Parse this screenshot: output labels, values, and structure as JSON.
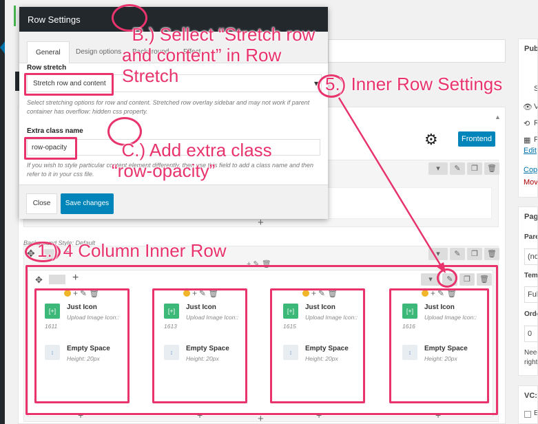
{
  "modal": {
    "title": "Row Settings",
    "tabs": [
      "General",
      "Design options",
      "Background",
      "Effect"
    ],
    "row_stretch_label": "Row stretch",
    "row_stretch_value": "Stretch row and content",
    "row_stretch_help": "Select stretching options for row and content. Stretched row overlay sidebar and may not work if parent container has overflow: hidden css property.",
    "extra_class_label": "Extra class name",
    "extra_class_value": "row-opacity",
    "extra_class_help": "If you wish to style particular content element differently, then use this field to add a class name and then refer to it in your css file.",
    "close_label": "Close",
    "save_label": "Save changes"
  },
  "editor": {
    "frontend_label": "Frontend",
    "background_style": "Background Style: Default",
    "columns": [
      {
        "icon_title": "Just Icon",
        "icon_sub": "Upload Image Icon::",
        "icon_id": "1611",
        "space_title": "Empty Space",
        "space_sub": "Height: 20px"
      },
      {
        "icon_title": "Just Icon",
        "icon_sub": "Upload Image Icon::",
        "icon_id": "1613",
        "space_title": "Empty Space",
        "space_sub": "Height: 20px"
      },
      {
        "icon_title": "Just Icon",
        "icon_sub": "Upload Image Icon::",
        "icon_id": "1615",
        "space_title": "Empty Space",
        "space_sub": "Height: 20px"
      },
      {
        "icon_title": "Just Icon",
        "icon_sub": "Upload Image Icon::",
        "icon_id": "1616",
        "space_title": "Empty Space",
        "space_sub": "Height: 20px"
      }
    ]
  },
  "sidebar": {
    "publish_title": "Publ",
    "status_s": "S",
    "visibility_v": "V",
    "revisions_r": "R",
    "date_p": "P",
    "edit_link": "Edit",
    "copy_link": "Copy",
    "move_link": "Move",
    "page_title": "Page",
    "parent_label": "Pare",
    "parent_value": "(no",
    "template_label": "Tem",
    "template_value": "Full",
    "order_label": "Orde",
    "order_value": "0",
    "need_text": "Need",
    "right_text": "right",
    "vc_title": "VC: C",
    "bottom_e": "E"
  },
  "annotations": {
    "b": "B.) Sellect “Stretch row\nand content” in Row\nStretch",
    "c": "C.) Add extra class\n“row-opacity”",
    "step1": "1.) 4 Column Inner Row",
    "step5": "5.) Inner Row Settings"
  },
  "colors": {
    "accent": "#e8336d",
    "wp_blue": "#0085ba",
    "dark": "#23282d"
  }
}
